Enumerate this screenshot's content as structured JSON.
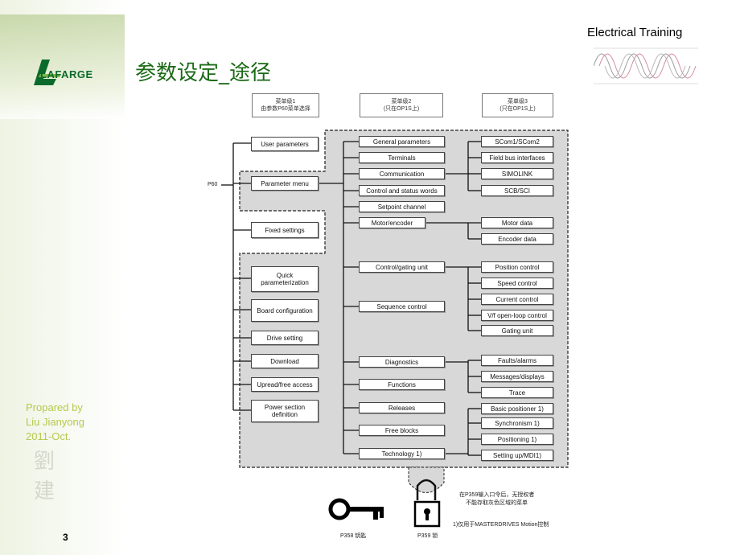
{
  "slide": {
    "title": "参数设定_途径",
    "brand": "Electrical Training",
    "logo": "LAFARGE",
    "prepared_by": [
      "Propared  by",
      "Liu  Jianyong",
      "2011-Oct."
    ],
    "page_number": "3",
    "seal_chars": [
      "劉",
      "建"
    ]
  },
  "diagram": {
    "headers": {
      "level1": [
        "菜单级1",
        "由参数P60菜单选择"
      ],
      "level2": [
        "菜单级2",
        "(只在OP1S上)"
      ],
      "level3": [
        "菜单级3",
        "(只在OP1S上)"
      ]
    },
    "p60_label": "P60",
    "level1": [
      "User parameters",
      "Parameter menu",
      "Fixed settings",
      "Quick parameterization",
      "Board configuration",
      "Drive setting",
      "Download",
      "Upread/free access",
      "Power section definition"
    ],
    "level2": [
      "General parameters",
      "Terminals",
      "Communication",
      "Control and status words",
      "Setpoint channel",
      "Motor/encoder",
      "Control/gating unit",
      "Sequence control",
      "Diagnostics",
      "Functions",
      "Releases",
      "Free blocks",
      "Technology 1)"
    ],
    "level3": [
      "SCom1/SCom2",
      "Field bus interfaces",
      "SIMOLINK",
      "SCB/SCI",
      "Motor data",
      "Encoder data",
      "Position control",
      "Speed control",
      "Current control",
      "V/f open-loop control",
      "Gating unit",
      "Faults/alarms",
      "Messages/displays",
      "Trace",
      "Basic positioner 1)",
      "Synchronism 1)",
      "Positioning 1)",
      "Setting up/MDI1)"
    ],
    "lock_note": [
      "在P359输入口令后，无授权者",
      "不能存取灰色区域的菜单"
    ],
    "footnote": "1)仅用于MASTERDRIVES Motion控制",
    "key_label": "P358 钥匙",
    "lock_label": "P359 锁"
  }
}
